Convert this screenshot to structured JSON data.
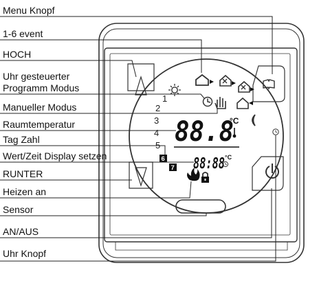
{
  "labels": {
    "menu_knopf": "Menu Knopf",
    "event": "1-6 event",
    "hoch": "HOCH",
    "uhr_line1": "Uhr gesteuerter",
    "uhr_line2": "Programm Modus",
    "manueller": "Manueller Modus",
    "raumtemperatur": "Raumtemperatur",
    "tag_zahl": "Tag Zahl",
    "wert_zeit": "Wert/Zeit Display setzen",
    "runter": "RUNTER",
    "heizen": "Heizen an",
    "sensor": "Sensor",
    "an_aus": "AN/AUS",
    "uhr_knopf": "Uhr Knopf"
  },
  "display": {
    "event_numbers": [
      "1",
      "2",
      "3",
      "4",
      "5"
    ],
    "temperature": "88.8",
    "temp_unit": "°C",
    "time": "88:88",
    "time_unit": "°C",
    "day_boxes": [
      "6",
      "7"
    ]
  },
  "colors": {
    "ink": "#111111",
    "frame": "#333333"
  }
}
